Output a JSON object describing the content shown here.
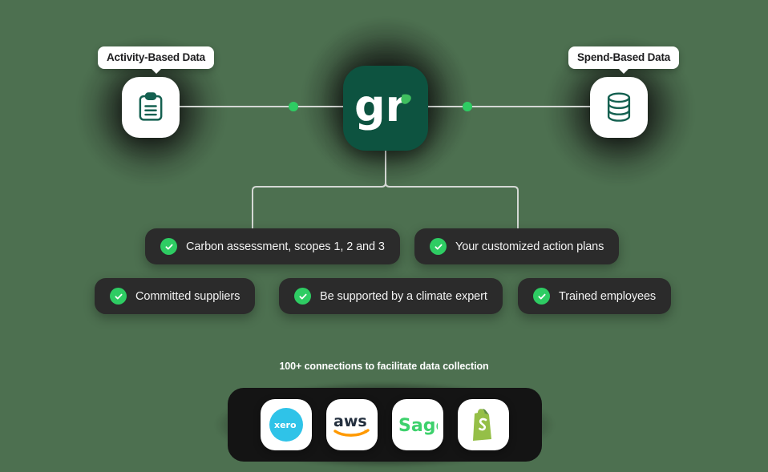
{
  "background_color": "#4d7050",
  "accent_green": "#2ecc63",
  "brand_dark_green": "#0d5340",
  "pill_bg": "#2b2b2b",
  "nodes": {
    "left": {
      "badge": "Activity-Based Data",
      "icon": "clipboard-icon"
    },
    "center": {
      "logo_text": "gr",
      "icon": "greenly-logo"
    },
    "right": {
      "badge": "Spend-Based Data",
      "icon": "database-icon"
    }
  },
  "features": [
    {
      "label": "Carbon assessment, scopes 1, 2 and 3",
      "icon": "check-circle-icon"
    },
    {
      "label": "Your customized action plans",
      "icon": "check-circle-icon"
    },
    {
      "label": "Committed suppliers",
      "icon": "check-circle-icon"
    },
    {
      "label": "Be supported by a climate expert",
      "icon": "check-circle-icon"
    },
    {
      "label": "Trained employees",
      "icon": "check-circle-icon"
    }
  ],
  "connections": {
    "label": "100+ connections to facilitate data collection",
    "brands": [
      {
        "name": "xero",
        "label": "xero"
      },
      {
        "name": "aws",
        "label": "aws"
      },
      {
        "name": "sage",
        "label": "Sage"
      },
      {
        "name": "shopify",
        "label": "Shopify"
      }
    ]
  }
}
